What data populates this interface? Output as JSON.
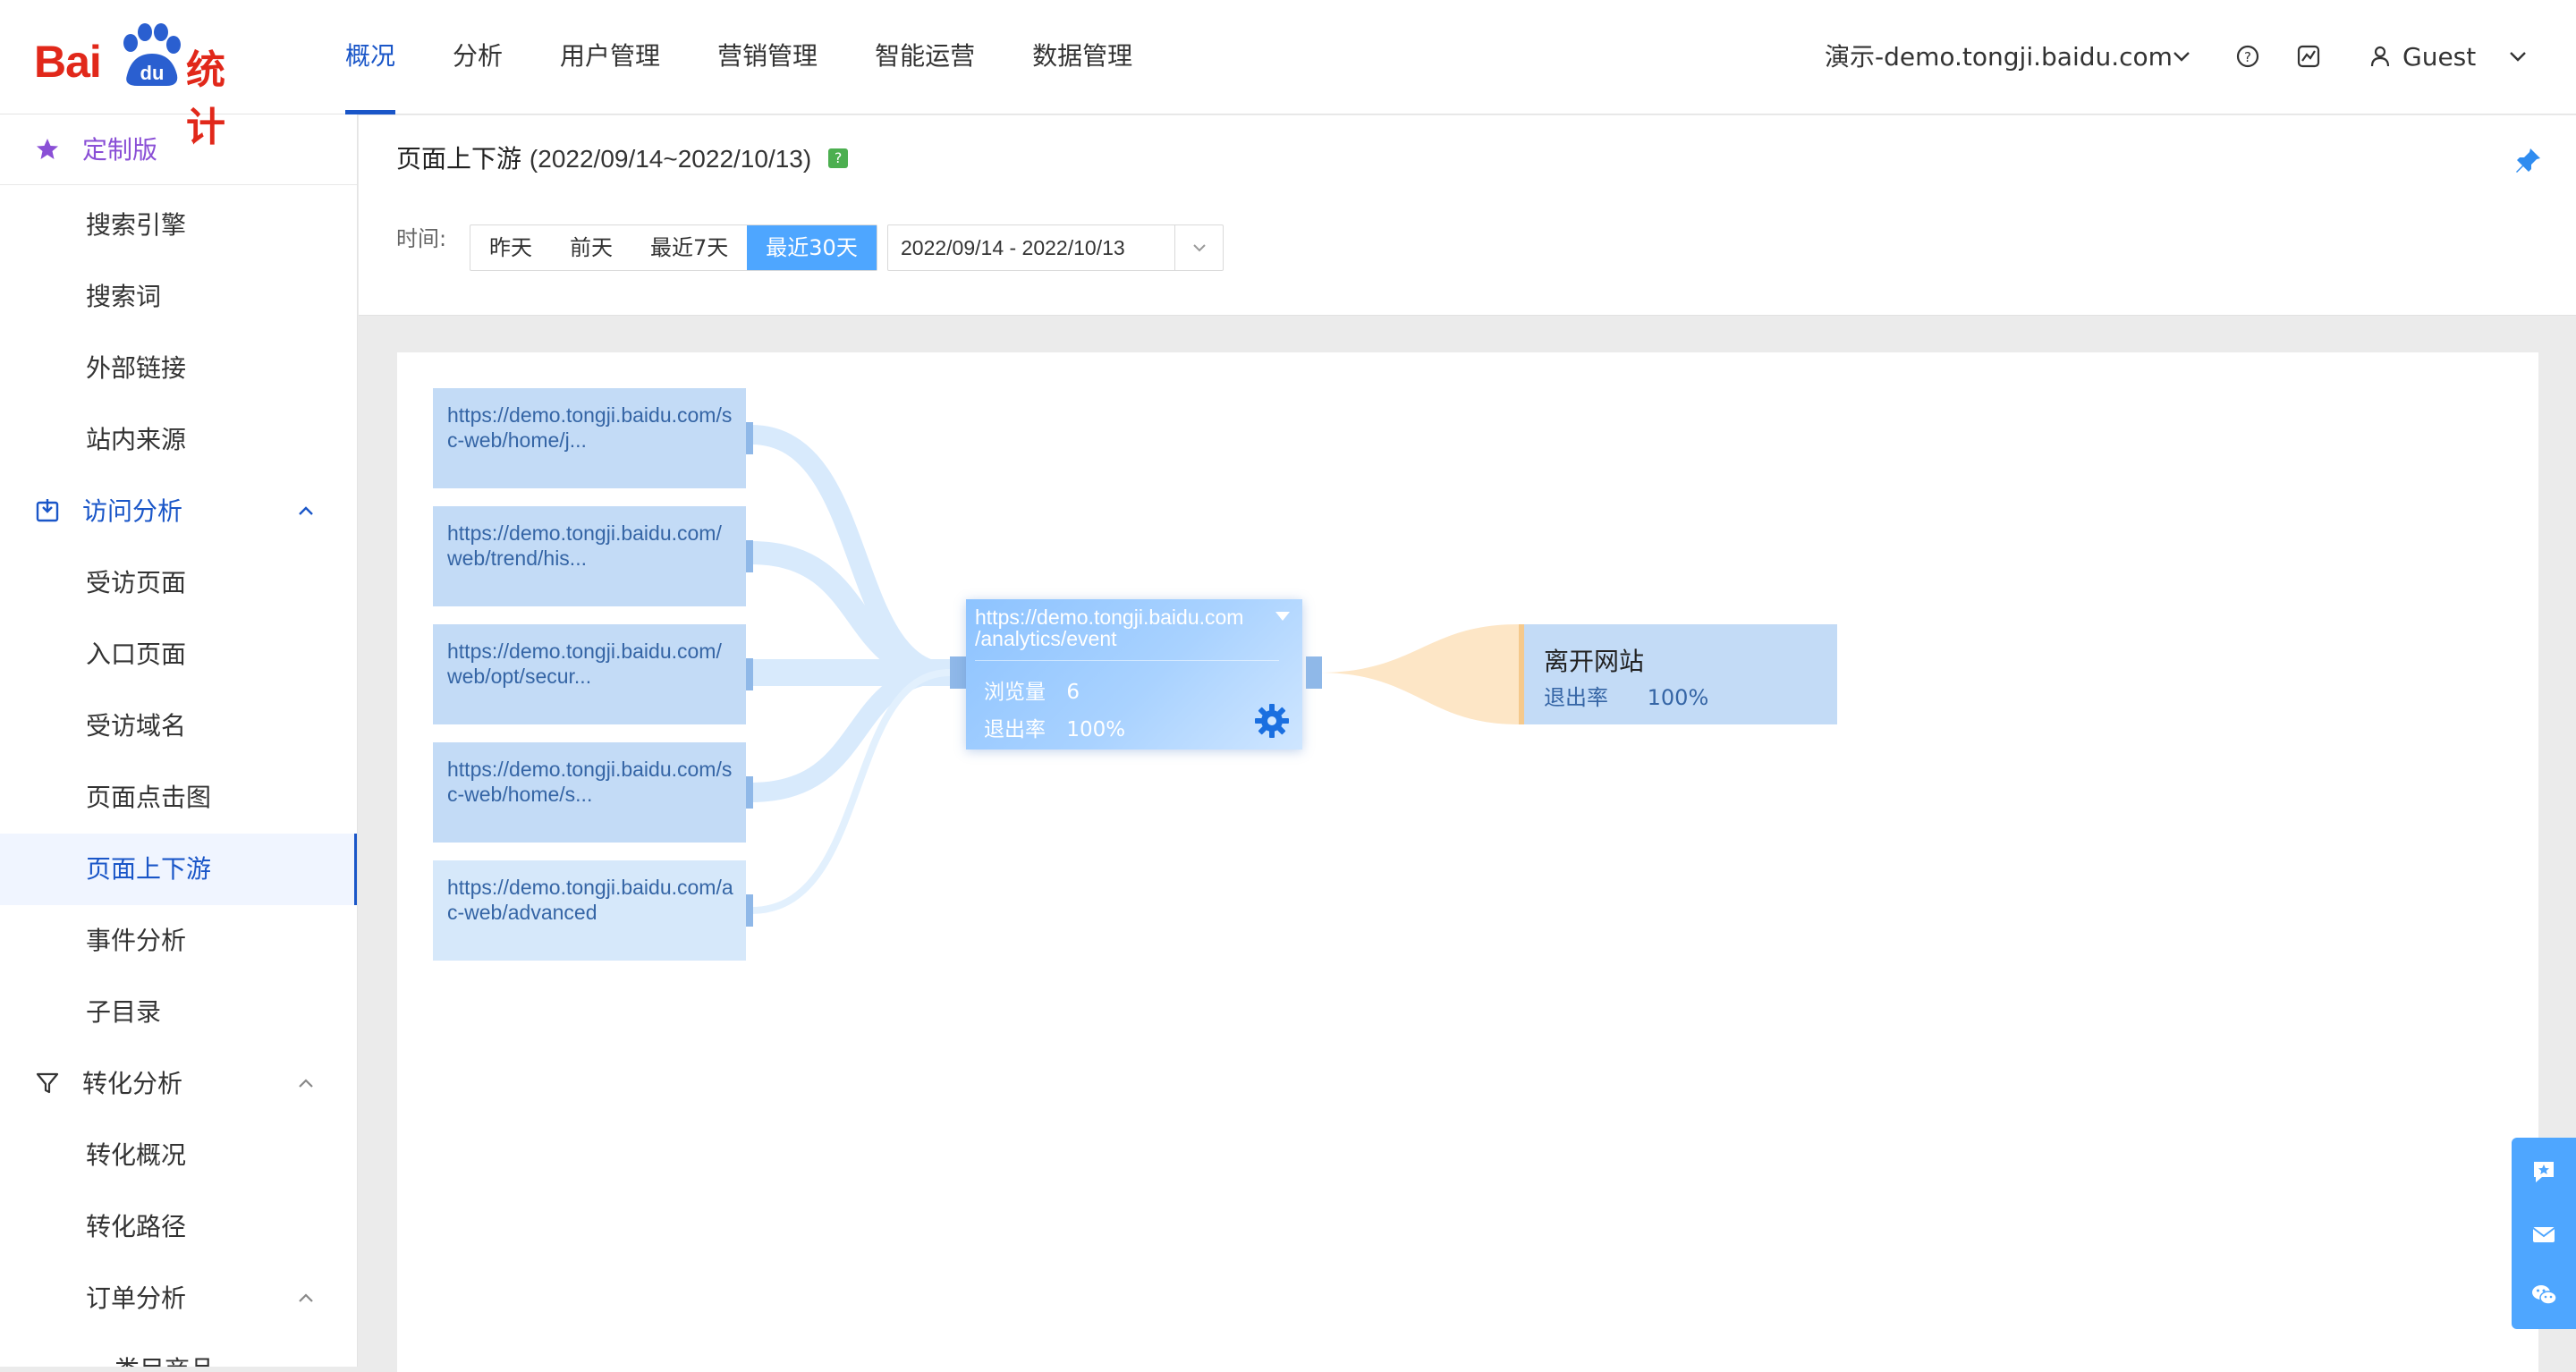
{
  "header": {
    "logo_text": "Bai",
    "logo_du": "du",
    "logo_suffix": "统计",
    "nav": [
      {
        "label": "概况",
        "active": true
      },
      {
        "label": "分析",
        "active": false
      },
      {
        "label": "用户管理",
        "active": false
      },
      {
        "label": "营销管理",
        "active": false
      },
      {
        "label": "智能运营",
        "active": false
      },
      {
        "label": "数据管理",
        "active": false
      }
    ],
    "site": "演示-demo.tongji.baidu.com",
    "user": "Guest"
  },
  "sidebar": {
    "custom": "定制版",
    "items": [
      {
        "label": "搜索引擎"
      },
      {
        "label": "搜索词"
      },
      {
        "label": "外部链接"
      },
      {
        "label": "站内来源"
      }
    ],
    "visit_group": "访问分析",
    "visit_items": [
      {
        "label": "受访页面"
      },
      {
        "label": "入口页面"
      },
      {
        "label": "受访域名"
      },
      {
        "label": "页面点击图"
      },
      {
        "label": "页面上下游"
      },
      {
        "label": "事件分析"
      },
      {
        "label": "子目录"
      }
    ],
    "conv_group": "转化分析",
    "conv_items": [
      {
        "label": "转化概况"
      },
      {
        "label": "转化路径"
      },
      {
        "label": "订单分析"
      }
    ],
    "cut_item": "类目商品"
  },
  "title_panel": {
    "title": "页面上下游",
    "range": "(2022/09/14~2022/10/13)",
    "help": "?",
    "time_label": "时间:",
    "segments": [
      "昨天",
      "前天",
      "最近7天",
      "最近30天"
    ],
    "selected_segment": 3,
    "date_range": "2022/09/14 - 2022/10/13"
  },
  "flow": {
    "sources": [
      {
        "url": "https://demo.tongji.baidu.com/sc-web/home/j..."
      },
      {
        "url": "https://demo.tongji.baidu.com/web/trend/his..."
      },
      {
        "url": "https://demo.tongji.baidu.com/web/opt/secur..."
      },
      {
        "url": "https://demo.tongji.baidu.com/sc-web/home/s..."
      },
      {
        "url": "https://demo.tongji.baidu.com/ac-web/advanced"
      }
    ],
    "center": {
      "url_line1": "https://demo.tongji.baidu.com",
      "url_line2": "/analytics/event",
      "pv_label": "浏览量",
      "pv_value": "6",
      "exit_label": "退出率",
      "exit_value": "100%"
    },
    "exit": {
      "title": "离开网站",
      "rate_label": "退出率",
      "rate_value": "100%"
    }
  },
  "colors": {
    "brand_red": "#e1281a",
    "accent_blue": "#1a56c8",
    "segment_selected": "#4ea6ff",
    "node_fill": "#c3dbf6",
    "exit_flow": "#fde6c6"
  }
}
